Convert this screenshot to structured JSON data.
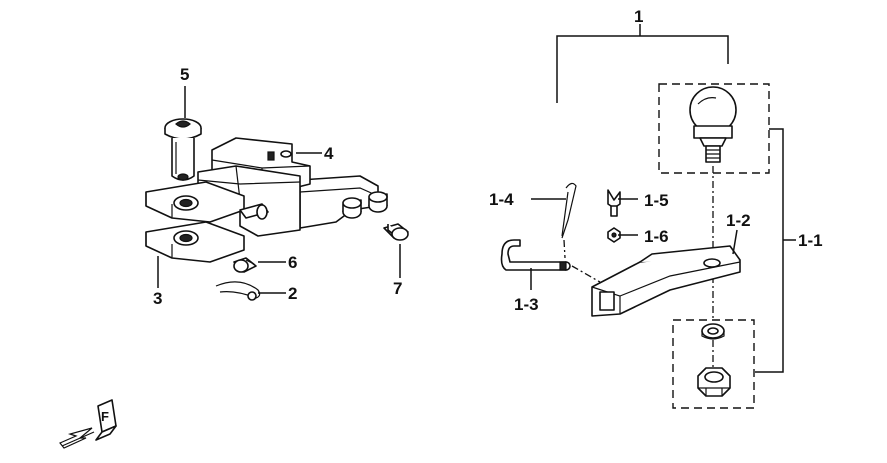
{
  "callouts": {
    "c1": "1",
    "c1_1": "1-1",
    "c1_2": "1-2",
    "c1_3": "1-3",
    "c1_4": "1-4",
    "c1_5": "1-5",
    "c1_6": "1-6",
    "c2": "2",
    "c3": "3",
    "c4": "4",
    "c5": "5",
    "c6": "6",
    "c7": "7"
  },
  "orientation_icon": {
    "letter": "F"
  },
  "colors": {
    "ink": "#111111",
    "background": "#ffffff"
  }
}
